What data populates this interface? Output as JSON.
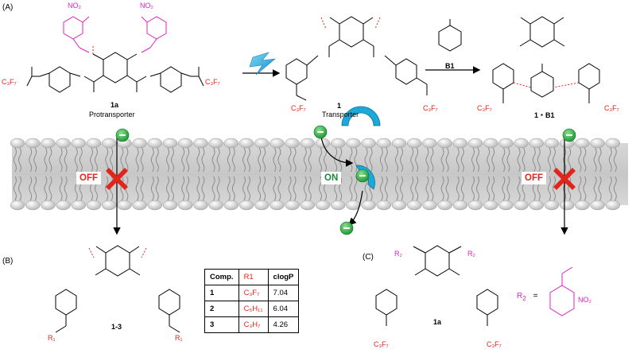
{
  "panels": {
    "a": "(A)",
    "b": "(B)",
    "c": "(C)"
  },
  "labels": {
    "protransporter_id": "1a",
    "protransporter_name": "Protransporter",
    "transporter_id": "1",
    "transporter_name": "Transporter",
    "reagent": "B1",
    "complex": "1・B1",
    "compound_range": "1-3",
    "compound_1a": "1a",
    "off_left": "OFF",
    "off_right": "OFF",
    "on": "ON",
    "r2_equals": "R",
    "r2_sub": "2",
    "equals": "="
  },
  "atoms": {
    "no2": "NO₂",
    "c3f7": "C₃F₇",
    "r1": "R₁",
    "r2": "R₂"
  },
  "table": {
    "headers": [
      "Comp.",
      "R1",
      "clogP"
    ],
    "rows": [
      {
        "comp": "1",
        "r1": "C₃F₇",
        "clogp": "7.04"
      },
      {
        "comp": "2",
        "r1": "C₅H₁₁",
        "clogp": "6.04"
      },
      {
        "comp": "3",
        "r1": "C₃H₇",
        "clogp": "4.26"
      }
    ]
  },
  "colors": {
    "membrane": "#c8c8c8",
    "lipid_head": "#e6e6e6",
    "fluorine_red": "#e3241b",
    "nitrobenzyl_magenta": "#e020c0",
    "anion_green": "#3ab54a",
    "transporter_cyan": "#1aa9d8",
    "cross_red": "#e3241b"
  },
  "icons": [
    "lightning-bolt-icon",
    "chloride-anion-icon",
    "red-cross-icon",
    "transporter-shell-icon"
  ]
}
